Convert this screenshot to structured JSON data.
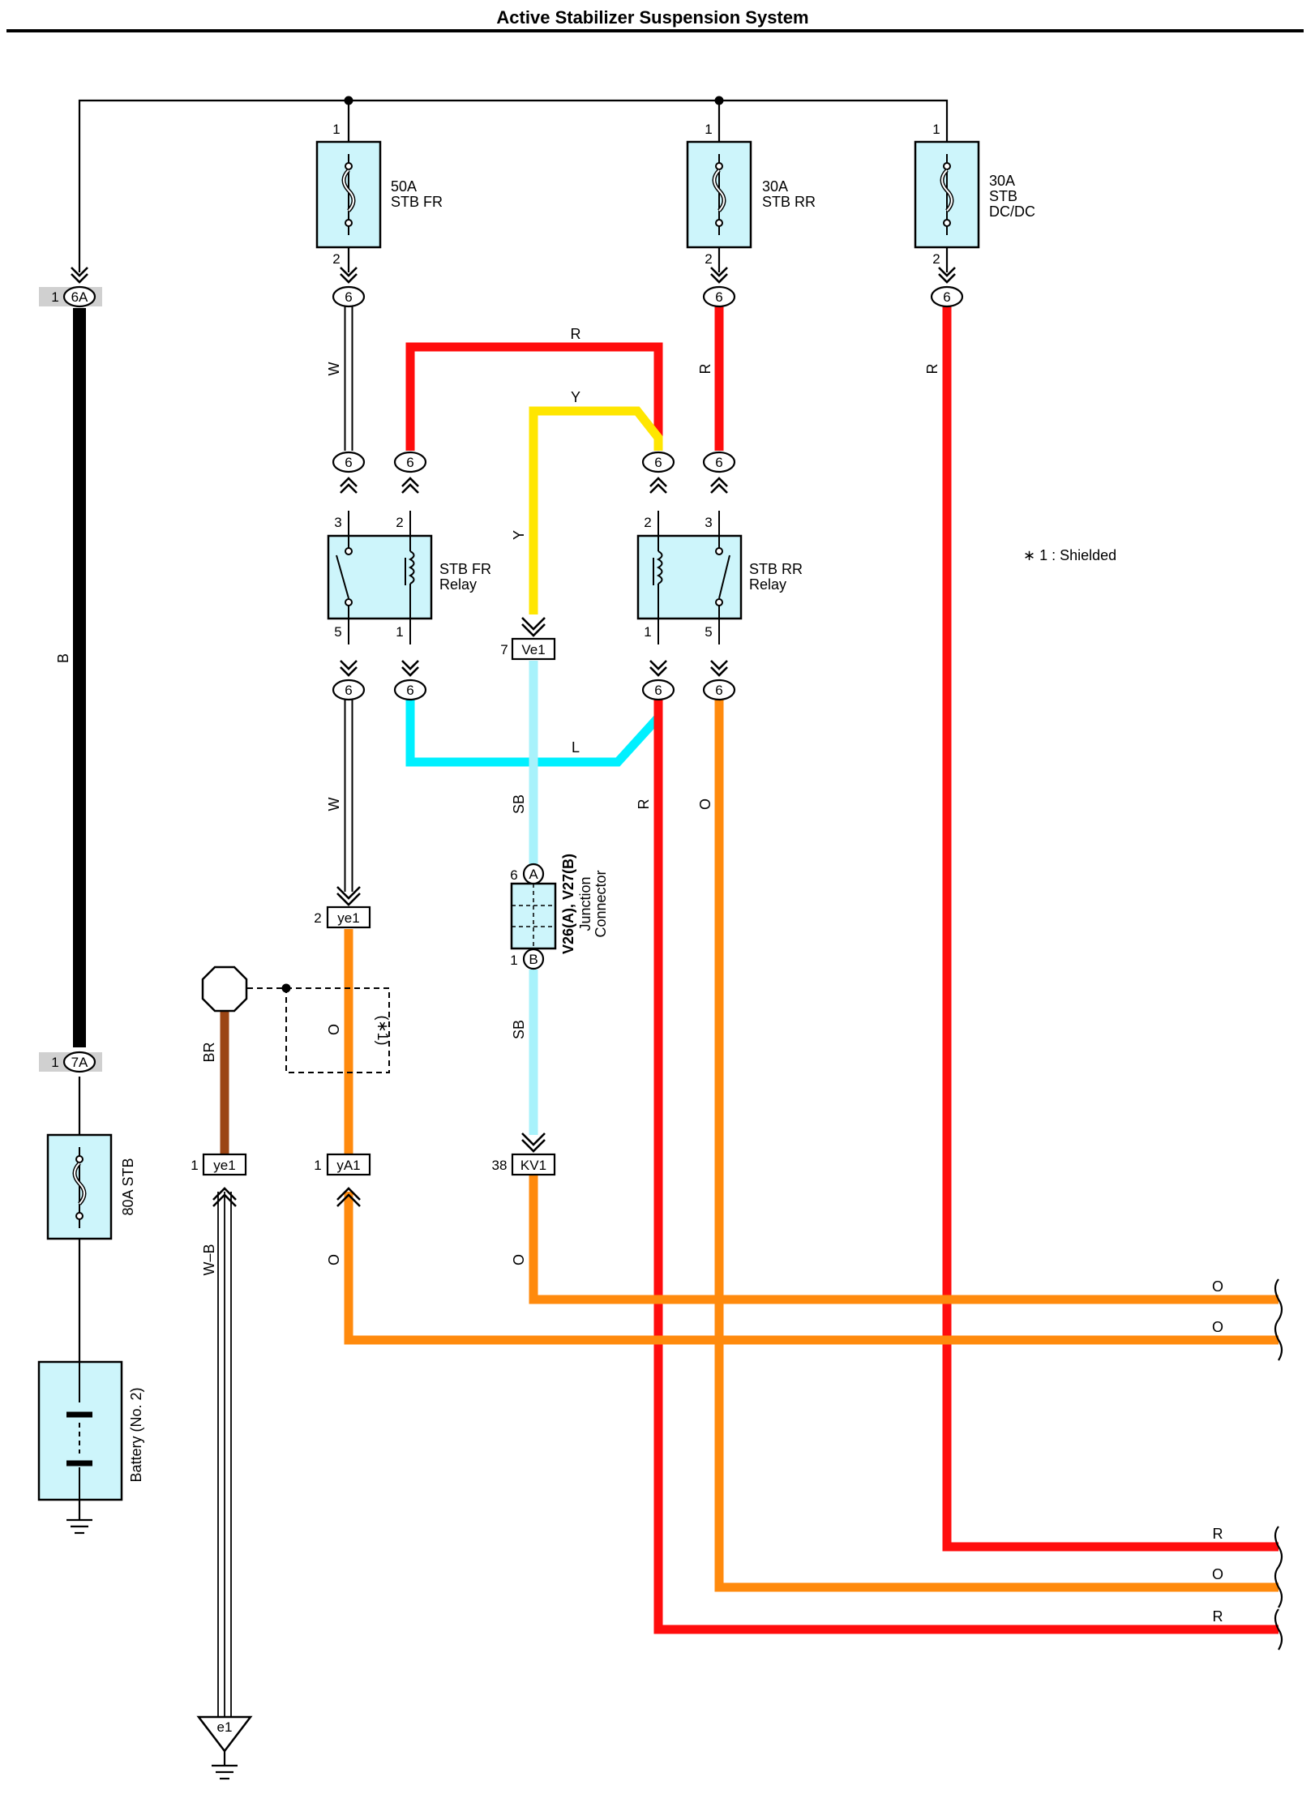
{
  "title": "Active Stabilizer Suspension System",
  "note": "∗ 1 : Shielded",
  "colors": {
    "W": "#ffffff",
    "B": "#000000",
    "R": "#ff0d0d",
    "Y": "#ffe600",
    "L": "#00f0ff",
    "SB": "#a8f2fb",
    "O": "#ff8a0d",
    "BR": "#9b4514",
    "box": "#cdf5fb"
  },
  "fuses": {
    "stb_fr": {
      "amp": "50A",
      "name": "STB FR",
      "pin_in": "1",
      "pin_out": "2"
    },
    "stb_rr": {
      "amp": "30A",
      "name": "STB RR",
      "pin_in": "1",
      "pin_out": "2"
    },
    "stb_dcdc": {
      "amp": "30A",
      "name1": "STB",
      "name2": "DC/DC",
      "pin_in": "1",
      "pin_out": "2"
    },
    "stb_80a": {
      "label": "80A STB"
    }
  },
  "relays": {
    "fr": {
      "name1": "STB FR",
      "name2": "Relay",
      "pins": [
        "3",
        "2",
        "5",
        "1"
      ]
    },
    "rr": {
      "name1": "STB RR",
      "name2": "Relay",
      "pins": [
        "2",
        "3",
        "1",
        "5"
      ]
    }
  },
  "battery": {
    "label": "Battery (No. 2)"
  },
  "junction": {
    "name1": "V26(A), V27(B)",
    "name2": "Junction",
    "name3": "Connector",
    "pin_a": "6",
    "conn_a": "A",
    "pin_b": "1",
    "conn_b": "B"
  },
  "connectors": {
    "c6a": {
      "pin": "1",
      "code": "6A"
    },
    "c7a": {
      "pin": "1",
      "code": "7A"
    },
    "ve1": {
      "pin": "7",
      "code": "Ve1"
    },
    "ye1_top": {
      "pin": "2",
      "code": "ye1"
    },
    "ye1_bot": {
      "pin": "1",
      "code": "ye1"
    },
    "ya1": {
      "pin": "1",
      "code": "yA1"
    },
    "kv1": {
      "pin": "38",
      "code": "KV1"
    },
    "e1": {
      "code": "e1"
    },
    "j6": "6"
  },
  "shield_label": "(∗1)",
  "wires": {
    "b": "B",
    "w_top": "W",
    "w_bot": "W",
    "r_top": "R",
    "y_top": "Y",
    "y_side": "Y",
    "r_rr": "R",
    "r_dcdc": "R",
    "l": "L",
    "sb1": "SB",
    "sb2": "SB",
    "r_mid": "R",
    "o_mid": "O",
    "br": "BR",
    "o_shield": "O",
    "wb": "W–B",
    "o_ya1": "O",
    "o_kv1": "O",
    "out1": "O",
    "out2": "O",
    "out3": "R",
    "out4": "O",
    "out5": "R"
  }
}
